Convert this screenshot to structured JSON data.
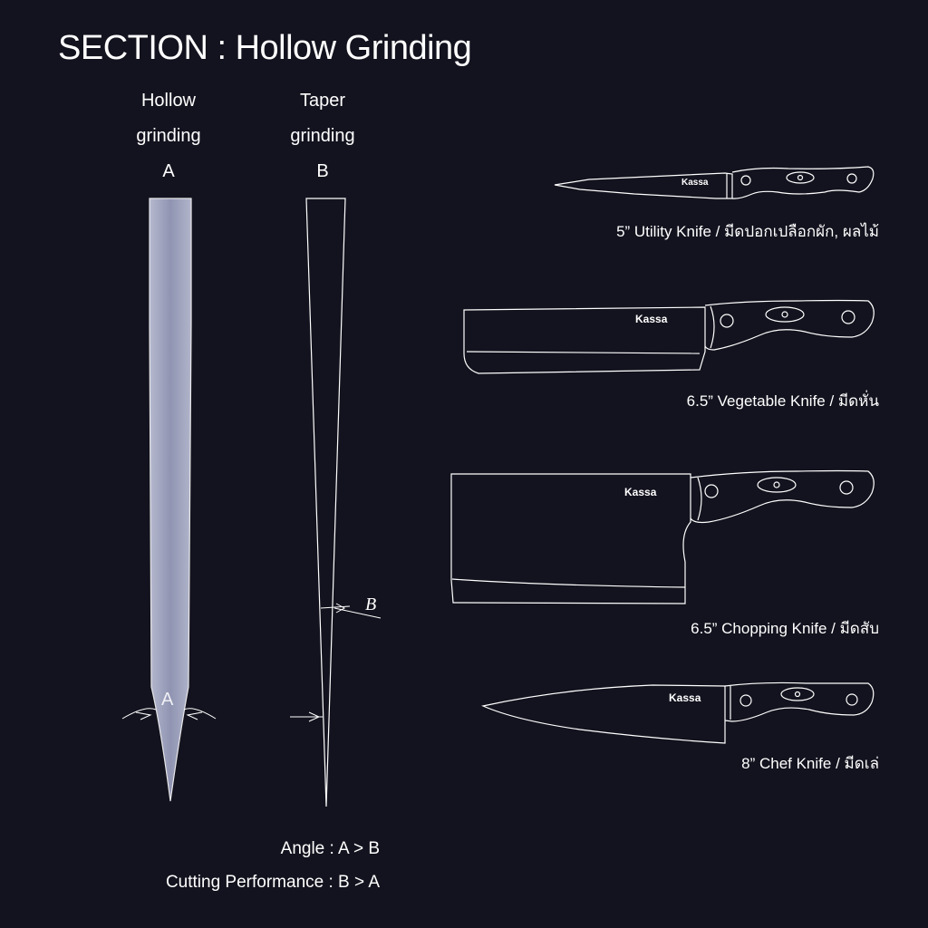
{
  "title": "SECTION : Hollow Grinding",
  "columns": [
    {
      "line1": "Hollow",
      "line2": "grinding",
      "letter": "A"
    },
    {
      "line1": "Taper",
      "line2": "grinding",
      "letter": "B"
    }
  ],
  "angle_marks": {
    "a": "A",
    "b": "B"
  },
  "brand": "Kassa",
  "knives": [
    {
      "caption": "5” Utility Knife / มีดปอกเปลือกผัก, ผลไม้"
    },
    {
      "caption": "6.5” Vegetable Knife / มีดหั่น"
    },
    {
      "caption": "6.5” Chopping Knife / มีดสับ"
    },
    {
      "caption": "8” Chef Knife / มีดเล่"
    }
  ],
  "comparison": {
    "angle": "Angle : A > B",
    "performance": "Cutting Performance : B > A"
  },
  "colors": {
    "background": "#13131f",
    "line": "#ffffff",
    "blade_fill": "#b4b8d4"
  }
}
